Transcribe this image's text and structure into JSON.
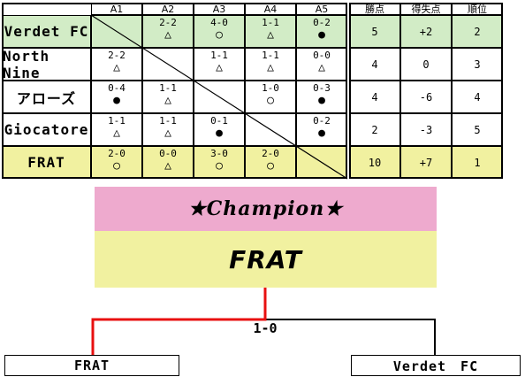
{
  "colors": {
    "green": "#d2ecc6",
    "yellow": "#f1f1a0",
    "pink": "#eeaace",
    "red": "#e81010"
  },
  "table": {
    "columns": [
      "A1",
      "A2",
      "A3",
      "A4",
      "A5"
    ],
    "stat_headers": [
      "勝点",
      "得失点",
      "順位"
    ],
    "rows": [
      {
        "team": "Verdet FC",
        "row_color": "green",
        "results": [
          null,
          {
            "score": "2-2",
            "mark": "△"
          },
          {
            "score": "4-0",
            "mark": "○"
          },
          {
            "score": "1-1",
            "mark": "△"
          },
          {
            "score": "0-2",
            "mark": "●"
          }
        ],
        "points": "5",
        "goal_diff": "+2",
        "rank": "2"
      },
      {
        "team": "North Nine",
        "row_color": "white",
        "results": [
          {
            "score": "2-2",
            "mark": "△"
          },
          null,
          {
            "score": "1-1",
            "mark": "△"
          },
          {
            "score": "1-1",
            "mark": "△"
          },
          {
            "score": "0-0",
            "mark": "△"
          }
        ],
        "points": "4",
        "goal_diff": "0",
        "rank": "3"
      },
      {
        "team": "アローズ",
        "row_color": "white",
        "results": [
          {
            "score": "0-4",
            "mark": "●"
          },
          {
            "score": "1-1",
            "mark": "△"
          },
          null,
          {
            "score": "1-0",
            "mark": "○"
          },
          {
            "score": "0-3",
            "mark": "●"
          }
        ],
        "points": "4",
        "goal_diff": "-6",
        "rank": "4"
      },
      {
        "team": "Giocatore",
        "row_color": "white",
        "results": [
          {
            "score": "1-1",
            "mark": "△"
          },
          {
            "score": "1-1",
            "mark": "△"
          },
          {
            "score": "0-1",
            "mark": "●"
          },
          null,
          {
            "score": "0-2",
            "mark": "●"
          }
        ],
        "points": "2",
        "goal_diff": "-3",
        "rank": "5"
      },
      {
        "team": "FRAT",
        "row_color": "yellow",
        "results": [
          {
            "score": "2-0",
            "mark": "○"
          },
          {
            "score": "0-0",
            "mark": "△"
          },
          {
            "score": "3-0",
            "mark": "○"
          },
          {
            "score": "2-0",
            "mark": "○"
          },
          null
        ],
        "points": "10",
        "goal_diff": "+7",
        "rank": "1"
      }
    ]
  },
  "champion": {
    "label": "★Champion★",
    "team": "FRAT"
  },
  "final": {
    "score": "1-0",
    "left_team": "FRAT",
    "right_team": "Verdet　FC"
  }
}
